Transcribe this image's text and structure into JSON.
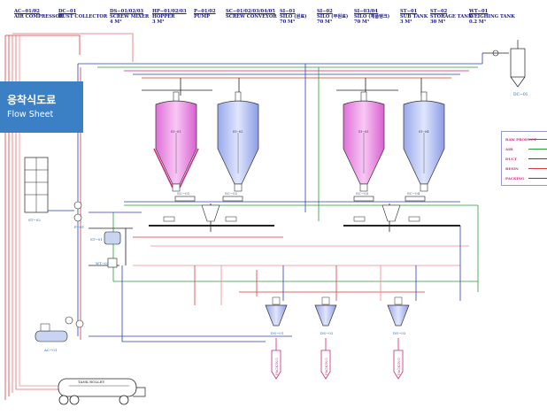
{
  "header": [
    {
      "code": "AC−01/02",
      "name": "AIR COMPRESSOR"
    },
    {
      "code": "DC−01",
      "name": "DUST COLLECTOR"
    },
    {
      "code": "DS−01/02/03",
      "name": "SCREW MIXER",
      "sub": "4 M³"
    },
    {
      "code": "HP−01/02/03",
      "name": "HOPPER",
      "sub": "3 M³"
    },
    {
      "code": "P−01/02",
      "name": "PUMP"
    },
    {
      "code": "SC−01/02/03/04/05",
      "name": "SCREW CONVEYOR"
    },
    {
      "code": "SI−01",
      "name": "SILO (원료)",
      "sub": "70 M³"
    },
    {
      "code": "SI−02",
      "name": "SILO (부원료)",
      "sub": "70 M³"
    },
    {
      "code": "SI−03/04",
      "name": "SILO (제품탱크)",
      "sub": "70 M³"
    },
    {
      "code": "ST−01",
      "name": "SUB TANK",
      "sub": "3 M³"
    },
    {
      "code": "ST−02",
      "name": "STORAGE TANK",
      "sub": "30 M³"
    },
    {
      "code": "WT−01",
      "name": "WEIGHING TANK",
      "sub": "0.2 M³"
    }
  ],
  "banner": {
    "title": "응착식도료",
    "subtitle": "Flow Sheet"
  },
  "legend": [
    {
      "label": "RAW PRODUCT",
      "color": "#d0257a"
    },
    {
      "label": "AIR",
      "color": "#2a9a3a"
    },
    {
      "label": "DUCT",
      "color": "#2b3fb8"
    },
    {
      "label": "RESIN",
      "color": "#d43a3a"
    },
    {
      "label": "PACKING",
      "color": "#7a2a9a"
    }
  ],
  "silos": [
    {
      "label": "SI−01",
      "fill": "#f0a0e8"
    },
    {
      "label": "SI−02",
      "fill": "#b8c4f4"
    },
    {
      "label": "SI−03",
      "fill": "#f0a0e8"
    },
    {
      "label": "SI−04",
      "fill": "#b8c4f4"
    }
  ],
  "hoppers": [
    "DS−01",
    "DS−02",
    "DS−03"
  ],
  "packing": [
    "PACKING",
    "PACKING",
    "PACKING"
  ],
  "tags": {
    "dc": "DC−01",
    "st02": "ST−02",
    "p01": "P−01",
    "st01": "ST−01",
    "wt01": "WT−01",
    "ac01": "AC−01",
    "truck": "TANK ROLLEY",
    "sc1": "SC−01",
    "sc2": "SC−02",
    "sc3": "SC−03",
    "sc4": "SC−04"
  }
}
